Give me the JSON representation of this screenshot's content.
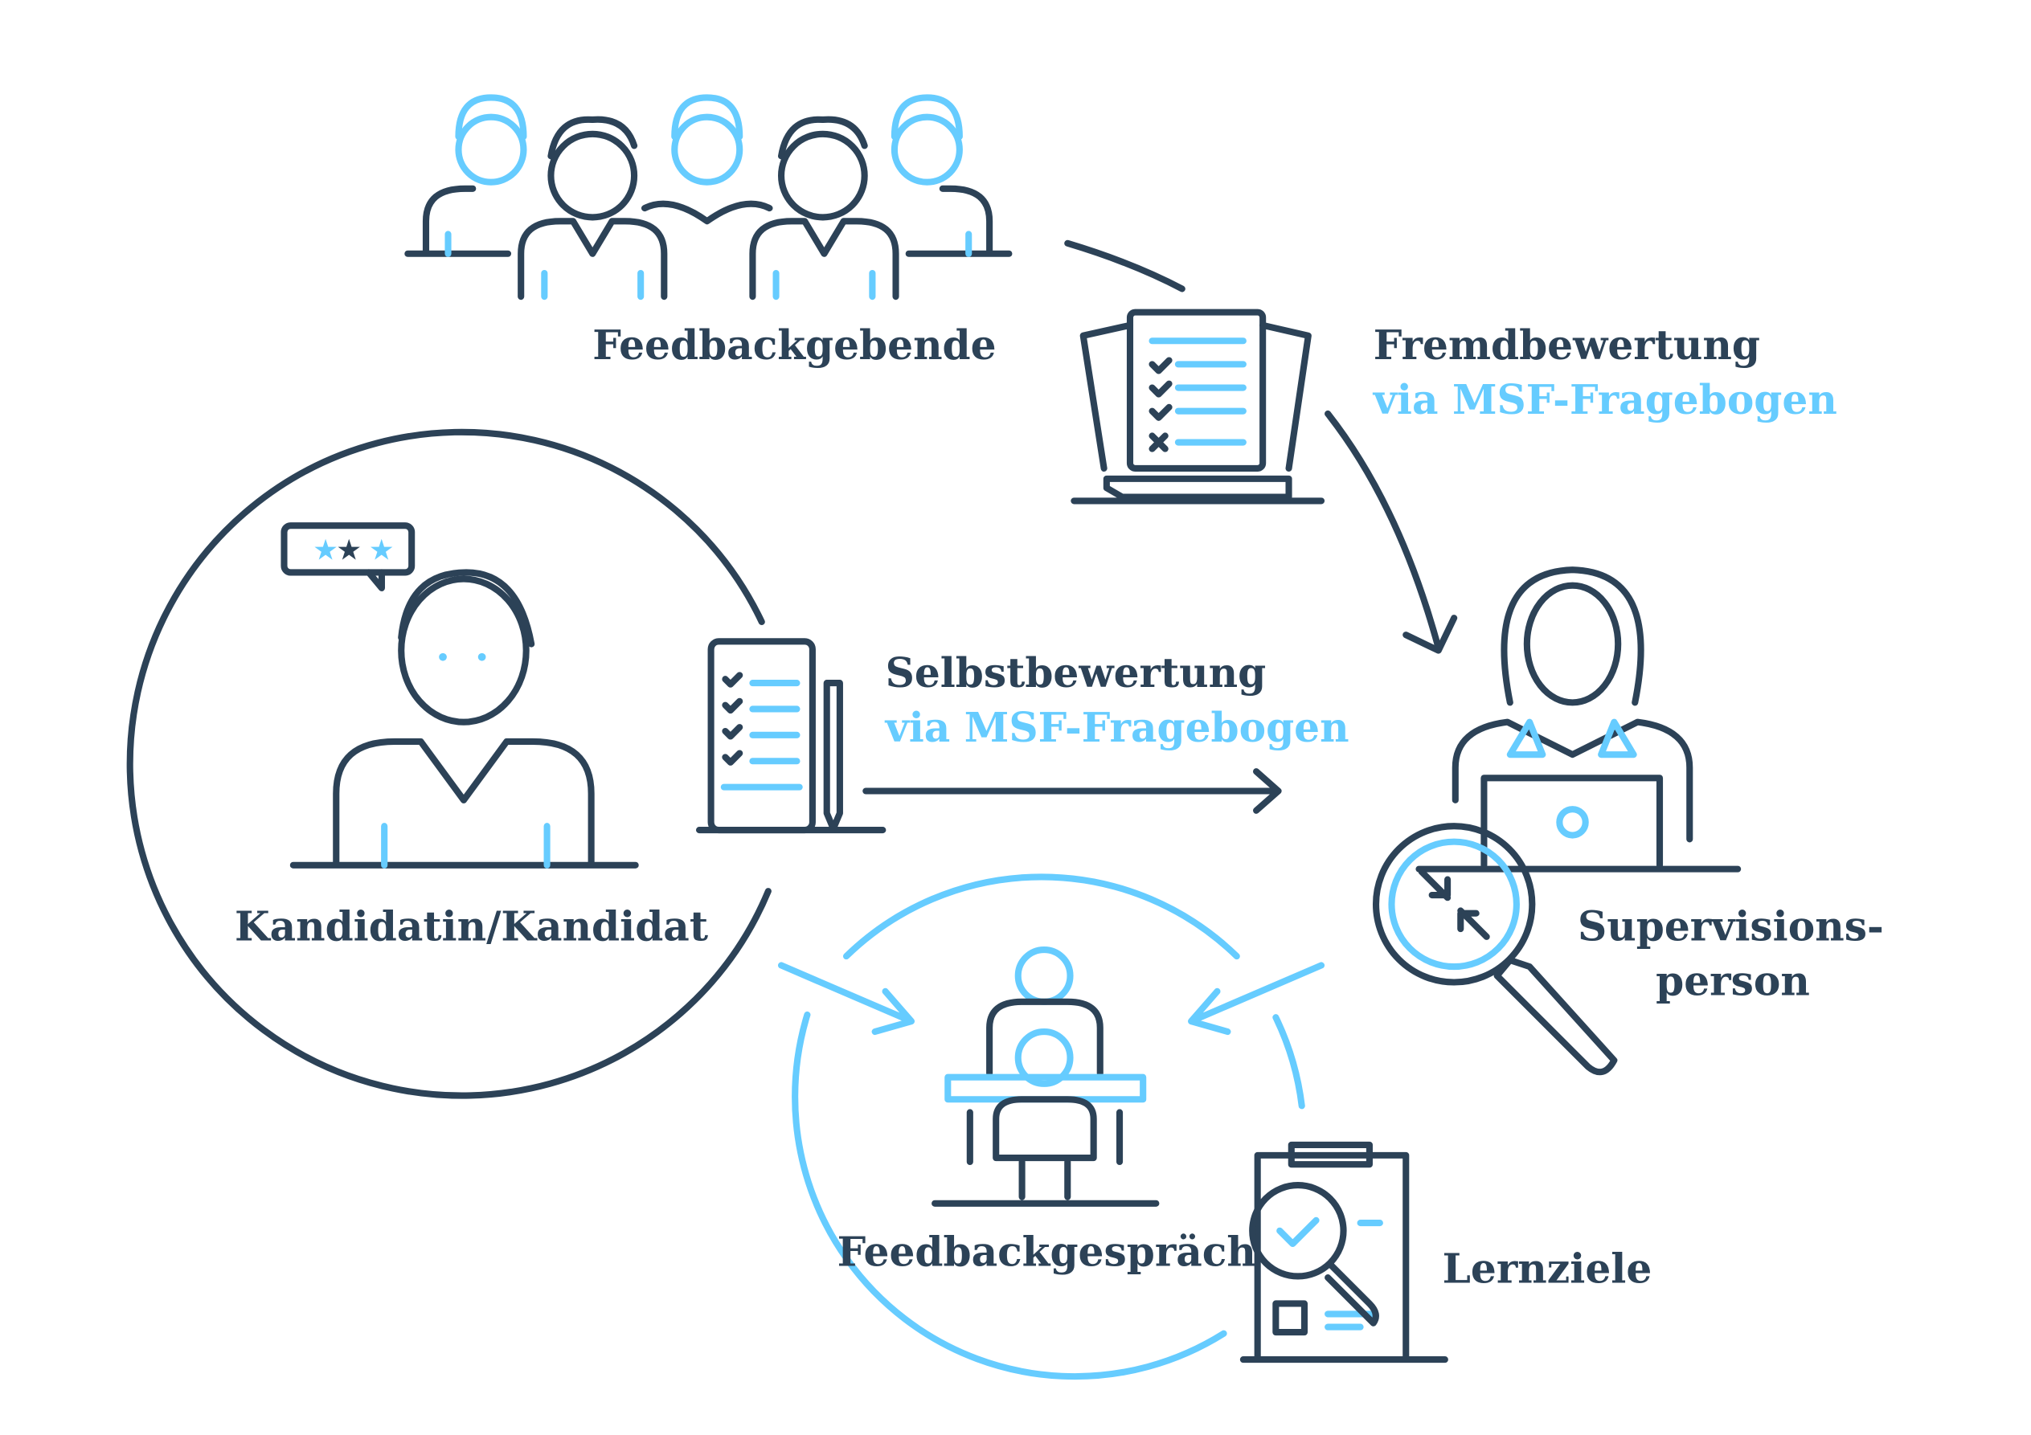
{
  "colors": {
    "dark": "#2c4257",
    "accent": "#66ccff"
  },
  "labels": {
    "feedbackgebende": "Feedbackgebende",
    "fremd_title": "Fremdbewertung",
    "fremd_sub": "via MSF-Fragebogen",
    "selbst_title": "Selbstbewertung",
    "selbst_sub": "via MSF-Fragebogen",
    "kandidat": "Kandidatin/Kandidat",
    "supervision_1": "Supervisions-",
    "supervision_2": "person",
    "feedbackgespraech": "Feedbackgespräch",
    "lernziele": "Lernziele"
  }
}
